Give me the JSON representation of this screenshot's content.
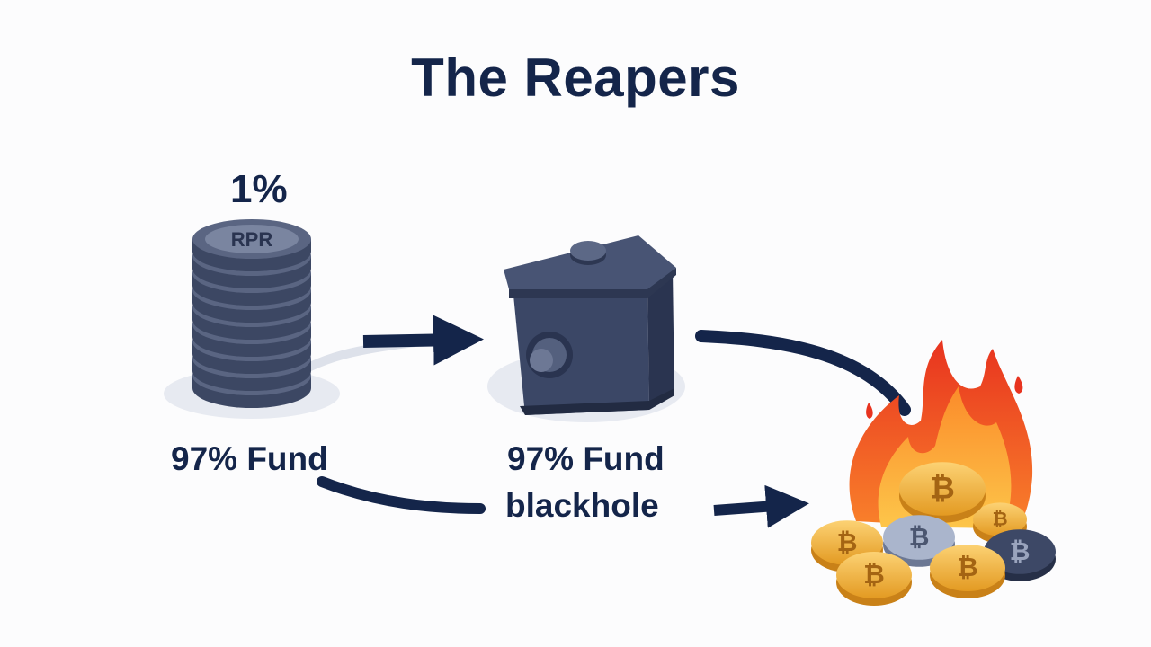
{
  "title": "The Reapers",
  "stack": {
    "percent_label": "1%",
    "coin_text": "RPR",
    "caption": "97% Fund"
  },
  "vault": {
    "caption_line1": "97% Fund",
    "caption_line2": "blackhole"
  },
  "burn_pile": {
    "coin_symbol": "₿"
  },
  "colors": {
    "navy": "#14254a",
    "steel": "#4b5670",
    "gold": "#f2b43a",
    "flame_red": "#e53b24",
    "flame_orange": "#f67a22"
  }
}
